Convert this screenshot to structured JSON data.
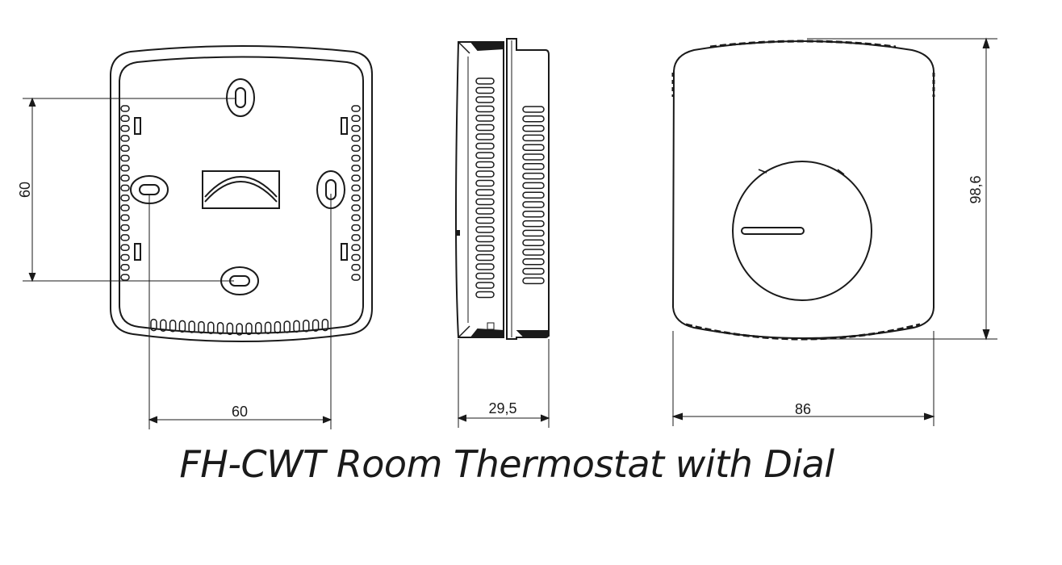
{
  "title": "FH-CWT Room Thermostat with Dial",
  "dimensions": {
    "back_vertical": "60",
    "back_horizontal": "60",
    "side_depth": "29,5",
    "front_width": "86",
    "front_height": "98,6"
  },
  "colors": {
    "line": "#1a1a1a",
    "background": "#ffffff"
  }
}
